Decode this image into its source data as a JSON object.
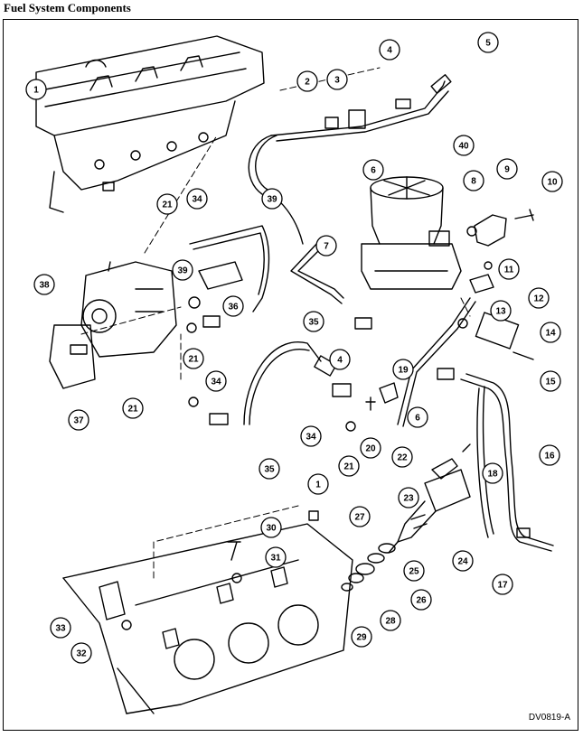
{
  "title": "Fuel System Components",
  "figure_code": "DV0819-A",
  "callouts": [
    {
      "n": "1"
    },
    {
      "n": "2"
    },
    {
      "n": "3"
    },
    {
      "n": "4"
    },
    {
      "n": "5"
    },
    {
      "n": "40"
    },
    {
      "n": "6"
    },
    {
      "n": "8"
    },
    {
      "n": "9"
    },
    {
      "n": "10"
    },
    {
      "n": "21"
    },
    {
      "n": "34"
    },
    {
      "n": "39"
    },
    {
      "n": "7"
    },
    {
      "n": "11"
    },
    {
      "n": "12"
    },
    {
      "n": "38"
    },
    {
      "n": "39"
    },
    {
      "n": "36"
    },
    {
      "n": "35"
    },
    {
      "n": "13"
    },
    {
      "n": "14"
    },
    {
      "n": "15"
    },
    {
      "n": "21"
    },
    {
      "n": "34"
    },
    {
      "n": "4"
    },
    {
      "n": "19"
    },
    {
      "n": "37"
    },
    {
      "n": "6"
    },
    {
      "n": "16"
    },
    {
      "n": "21"
    },
    {
      "n": "34"
    },
    {
      "n": "20"
    },
    {
      "n": "22"
    },
    {
      "n": "35"
    },
    {
      "n": "21"
    },
    {
      "n": "18"
    },
    {
      "n": "23"
    },
    {
      "n": "1"
    },
    {
      "n": "30"
    },
    {
      "n": "24"
    },
    {
      "n": "27"
    },
    {
      "n": "31"
    },
    {
      "n": "25"
    },
    {
      "n": "26"
    },
    {
      "n": "17"
    },
    {
      "n": "33"
    },
    {
      "n": "28"
    },
    {
      "n": "32"
    },
    {
      "n": "29"
    }
  ]
}
